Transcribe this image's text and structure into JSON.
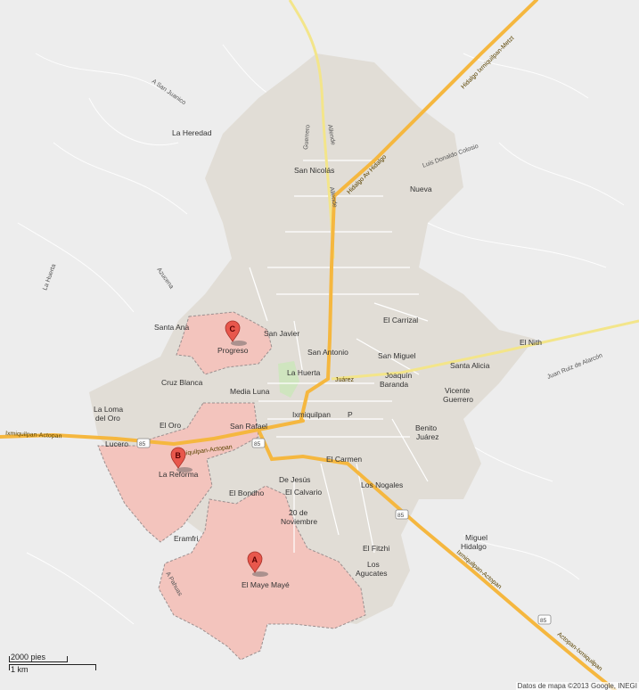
{
  "map": {
    "colors": {
      "background": "#ededed",
      "urban": "#e1ddd6",
      "highlight_fill": "#f3c4bd",
      "highlight_stroke": "#9b8f8f",
      "highway": "#f5b73f",
      "secondary_road": "#f3e58a",
      "minor_road": "#ffffff",
      "park": "#cfe5bf",
      "marker": "#e8574c"
    },
    "markers": [
      {
        "letter": "A"
      },
      {
        "letter": "B"
      },
      {
        "letter": "C"
      }
    ],
    "labels": {
      "la_heredad": "La Heredad",
      "a_san_juanico": "A San Juanico",
      "la_huerta_w": "La Huerta",
      "azucena": "Azucena",
      "santa_ana": "Santa Ana",
      "progreso": "Progreso",
      "san_javier": "San Javier",
      "cruz_blanca": "Cruz Blanca",
      "media_luna": "Media Luna",
      "la_huerta": "La Huerta",
      "san_antonio": "San Antonio",
      "san_miguel": "San Miguel",
      "el_carrizal": "El Carrizal",
      "la_loma_1": "La Loma",
      "la_loma_2": "del Oro",
      "el_oro": "El Oro",
      "lucero": "Lucero",
      "san_rafael": "San Rafael",
      "ixmiquilpan": "Ixmiquilpan",
      "la_reforma": "La Reforma",
      "el_bondho": "El Bondho",
      "de_jesus": "De Jesús",
      "el_calvario": "El Calvario",
      "el_carmen": "El Carmen",
      "los_nogales": "Los Nogales",
      "nov_1": "20 de",
      "nov_2": "Noviembre",
      "eramfri": "Eramfri",
      "el_maye": "El Maye",
      "maye": "Mayé",
      "el_fitzhi": "El Fitzhi",
      "los_1": "Los",
      "los_2": "Agucates",
      "miguel_1": "Miguel",
      "miguel_2": "Hidalgo",
      "benito_1": "Benito",
      "benito_2": "Juárez",
      "vicente_1": "Vicente",
      "vicente_2": "Guerrero",
      "joaquin_1": "Joaquín",
      "joaquin_2": "Baranda",
      "santa_alicia": "Santa Alicia",
      "el_nith": "El Nith",
      "juan_ruiz": "Juan Ruiz de Alarcón",
      "san_nicolas": "San Nicolás",
      "nueva": "Nueva",
      "luis_donaldo": "Luis Donaldo Colosio",
      "guerrero_st": "Guerrero",
      "allende_n": "Allende",
      "allende_s": "Allende",
      "hidalgo_road": "Hidalgo Av Hidalgo",
      "hidalgo_metz": "Hidalgo Ixmiquilpan-Metzt",
      "ix_actopan_w": "Ixmiquilpan-Actopan",
      "ix_actopan_w2": "Ixmiquilpan-Actopan",
      "ix_actopan_se": "Ixmiquilpan-Actopan",
      "actopan_ix": "Actopan-Ixmiquilpan",
      "juarez": "Juárez",
      "a_pahuas": "A Pahuas",
      "p_symbol": "P"
    },
    "shields": [
      "85",
      "85",
      "85",
      "85"
    ]
  },
  "scale": {
    "feet": "2000 pies",
    "km": "1 km"
  },
  "attribution": "Datos de mapa ©2013 Google, INEGI"
}
